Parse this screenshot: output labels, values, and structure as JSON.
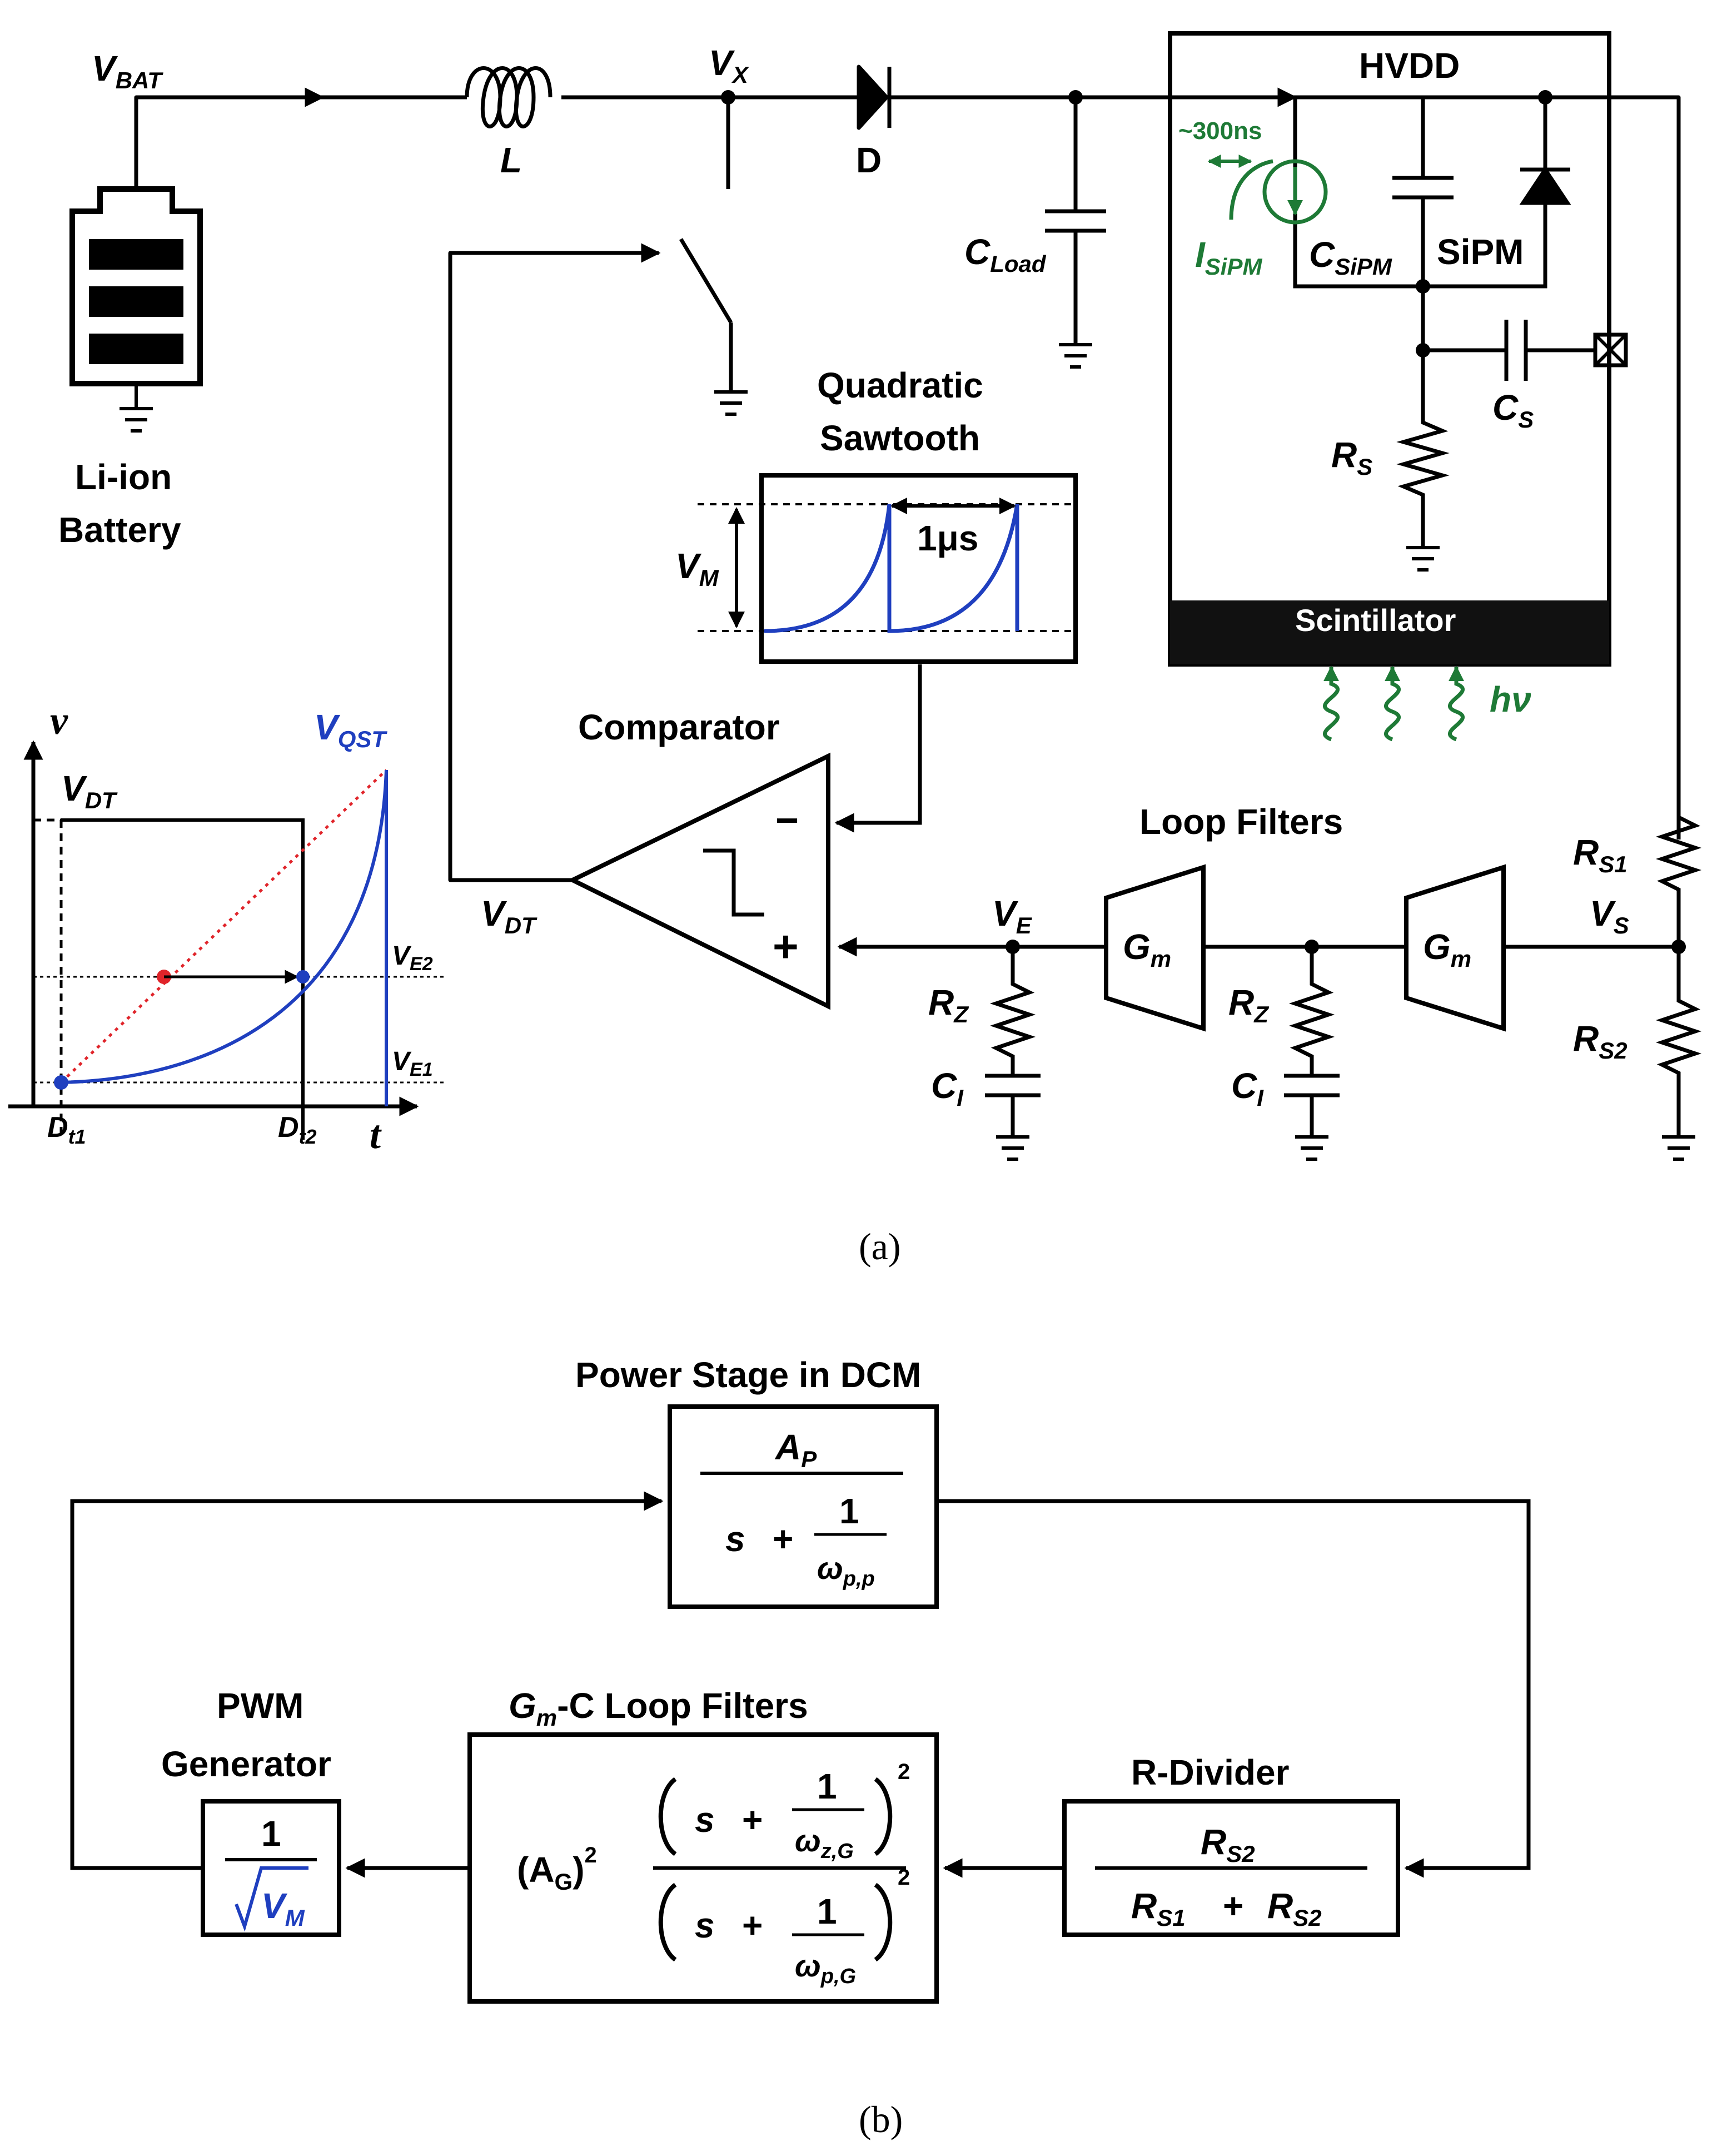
{
  "colors": {
    "wire": "#000000",
    "blue": "#1f3fbf",
    "green": "#1e7a36",
    "red": "#e0242a",
    "scint_bg": "#111111"
  },
  "part_a": {
    "caption": "(a)",
    "vbat": {
      "main": "V",
      "sub": "BAT"
    },
    "inductor": "L",
    "vx": {
      "main": "V",
      "sub": "X"
    },
    "diode": "D",
    "cload": {
      "main": "C",
      "sub": "Load"
    },
    "hvdd": "HVDD",
    "delay": "~300ns",
    "isipm": {
      "main": "I",
      "sub": "SiPM"
    },
    "csipm": {
      "main": "C",
      "sub": "SiPM"
    },
    "sipm": "SiPM",
    "cs": {
      "main": "C",
      "sub": "S"
    },
    "rs": {
      "main": "R",
      "sub": "S"
    },
    "scintillator": "Scintillator",
    "photon": "hν",
    "battery": [
      "Li-ion",
      "Battery"
    ],
    "sawtooth_title": [
      "Quadratic",
      "Sawtooth"
    ],
    "vm": {
      "main": "V",
      "sub": "M"
    },
    "period": "1μs",
    "comparator": "Comparator",
    "minus": "−",
    "plus": "+",
    "vdt": {
      "main": "V",
      "sub": "DT"
    },
    "loop_filters": "Loop Filters",
    "ve": {
      "main": "V",
      "sub": "E"
    },
    "gm": {
      "main": "G",
      "sub": "m"
    },
    "rz": {
      "main": "R",
      "sub": "Z"
    },
    "ci": {
      "main": "C",
      "sub": "I"
    },
    "rs1": {
      "main": "R",
      "sub": "S1"
    },
    "vs": {
      "main": "V",
      "sub": "S"
    },
    "rs2": {
      "main": "R",
      "sub": "S2"
    },
    "graph": {
      "v_axis": "v",
      "t_axis": "t",
      "vqst": {
        "main": "V",
        "sub": "QST"
      },
      "vdt": {
        "main": "V",
        "sub": "DT"
      },
      "ve2": {
        "main": "V",
        "sub": "E2"
      },
      "ve1": {
        "main": "V",
        "sub": "E1"
      },
      "dt1": {
        "main": "D",
        "sub": "t1"
      },
      "dt2": {
        "main": "D",
        "sub": "t2"
      }
    }
  },
  "part_b": {
    "caption": "(b)",
    "power_stage_title": "Power Stage in DCM",
    "power_stage": {
      "num": {
        "main": "A",
        "sub": "P"
      },
      "s": "s",
      "plus": "+",
      "one": "1",
      "omega": {
        "main": "ω",
        "sub": "p,p"
      }
    },
    "filters_title": {
      "main": "G",
      "sub": "m",
      "rest": "-C Loop Filters"
    },
    "filters": {
      "gain": {
        "main": "(A",
        "sub": "G",
        "rest": ")"
      },
      "exp": "2",
      "s": "s",
      "plus": "+",
      "one": "1",
      "omega_z": {
        "main": "ω",
        "sub": "z,G"
      },
      "omega_p": {
        "main": "ω",
        "sub": "p,G"
      }
    },
    "pwm_title": [
      "PWM",
      "Generator"
    ],
    "pwm": {
      "one": "1",
      "sqrt": "√",
      "vm": {
        "main": "V",
        "sub": "M"
      }
    },
    "divider_title": "R-Divider",
    "divider": {
      "num": {
        "main": "R",
        "sub": "S2"
      },
      "den_a": {
        "main": "R",
        "sub": "S1"
      },
      "plus": "+",
      "den_b": {
        "main": "R",
        "sub": "S2"
      }
    }
  }
}
